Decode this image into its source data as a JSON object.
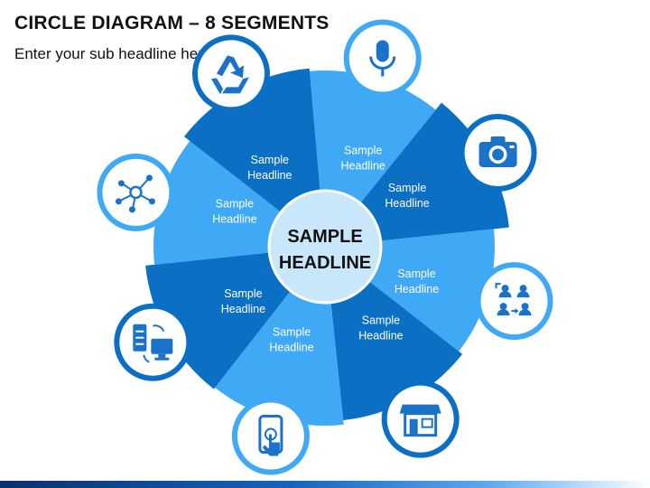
{
  "title": "CIRCLE DIAGRAM – 8 SEGMENTS",
  "subtitle": "Enter your sub headline here",
  "center": {
    "line1": "SAMPLE",
    "line2": "HEADLINE"
  },
  "colors": {
    "dark": "#0b6fc4",
    "light": "#3fa9f5",
    "center_fill": "#c9e7fb",
    "icon": "#1a73c9"
  },
  "segments": [
    {
      "line1": "Sample",
      "line2": "Headline",
      "icon": "microphone-icon",
      "tone": "light"
    },
    {
      "line1": "Sample",
      "line2": "Headline",
      "icon": "camera-icon",
      "tone": "dark"
    },
    {
      "line1": "Sample",
      "line2": "Headline",
      "icon": "team-workflow-icon",
      "tone": "light"
    },
    {
      "line1": "Sample",
      "line2": "Headline",
      "icon": "store-icon",
      "tone": "dark"
    },
    {
      "line1": "Sample",
      "line2": "Headline",
      "icon": "smartphone-touch-icon",
      "tone": "light"
    },
    {
      "line1": "Sample",
      "line2": "Headline",
      "icon": "server-monitor-icon",
      "tone": "dark"
    },
    {
      "line1": "Sample",
      "line2": "Headline",
      "icon": "network-nodes-icon",
      "tone": "light"
    },
    {
      "line1": "Sample",
      "line2": "Headline",
      "icon": "recycle-icon",
      "tone": "dark"
    }
  ]
}
